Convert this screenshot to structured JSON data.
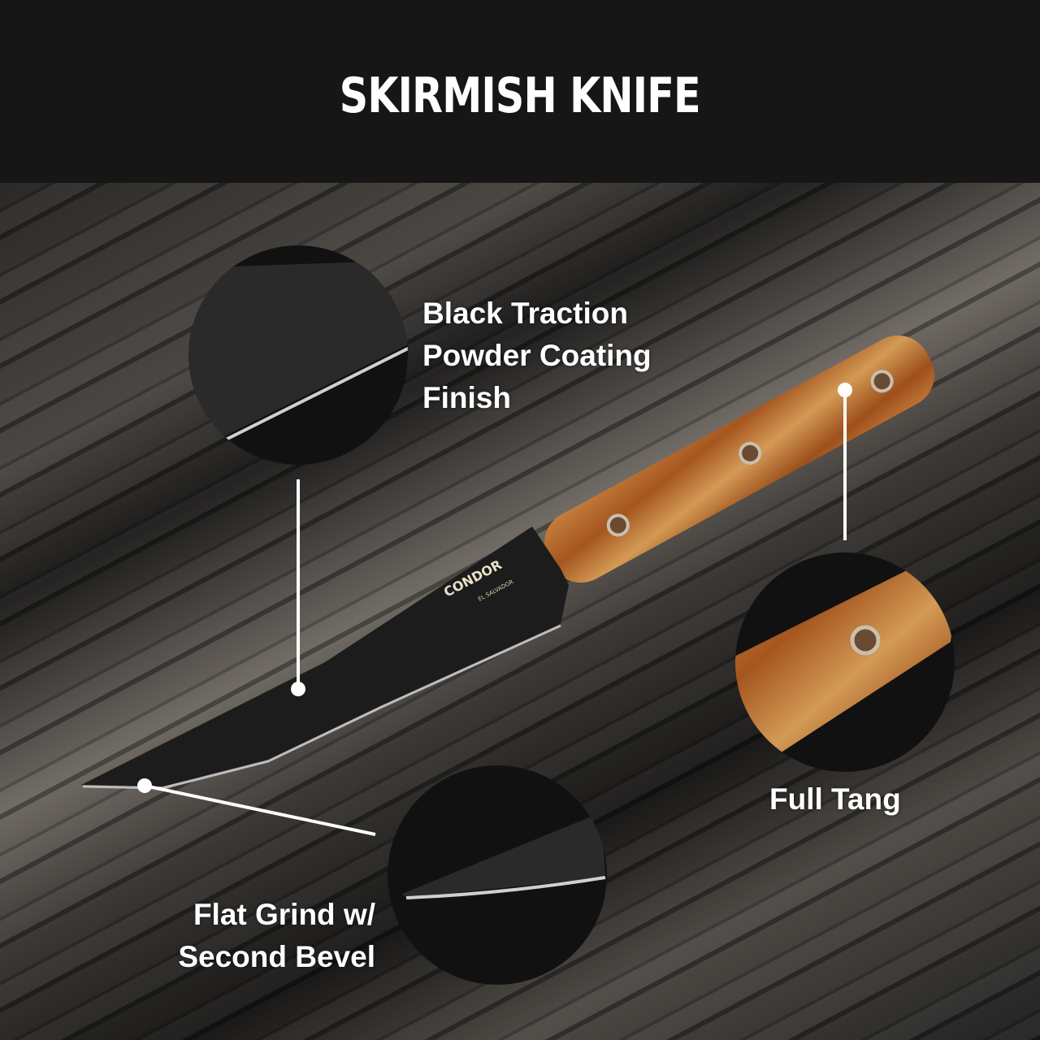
{
  "header": {
    "title": "SKIRMISH KNIFE"
  },
  "callouts": {
    "coating": {
      "lines": [
        "Black Traction",
        "Powder Coating",
        "Finish"
      ]
    },
    "tang": {
      "lines": [
        "Full Tang"
      ]
    },
    "grind": {
      "lines": [
        "Flat Grind w/",
        "Second Bevel"
      ]
    }
  },
  "knife": {
    "brand": "CONDOR",
    "origin": "EL SALVADOR"
  },
  "colors": {
    "header": "#161616",
    "handle": "#b8682a",
    "blade": "#1c1c1c",
    "text": "#ffffff"
  }
}
